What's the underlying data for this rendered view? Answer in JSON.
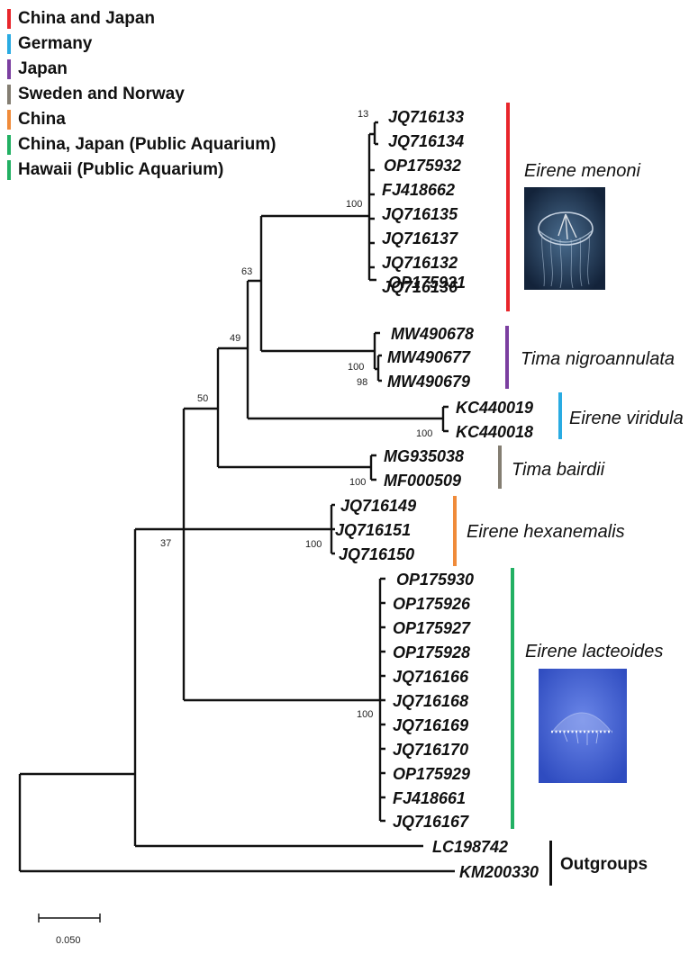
{
  "legend": [
    {
      "label": "China and Japan",
      "color": "#e8262b"
    },
    {
      "label": "Germany",
      "color": "#29abe2"
    },
    {
      "label": "Japan",
      "color": "#7b3fa0"
    },
    {
      "label": "Sweden and Norway",
      "color": "#847e72"
    },
    {
      "label": "China",
      "color": "#f08b3a"
    },
    {
      "label": "China, Japan (Public Aquarium)",
      "color": "#22b063"
    },
    {
      "label": "Hawaii (Public Aquarium)",
      "color": "#22b063"
    }
  ],
  "taxa": {
    "menoni": [
      "JQ716133",
      "JQ716134",
      "OP175932",
      "FJ418662",
      "JQ716135",
      "JQ716137",
      "JQ716132",
      "JQ716136",
      "OP175931"
    ],
    "tima_nigro": [
      "MW490678",
      "MW490677",
      "MW490679"
    ],
    "viridula": [
      "KC440019",
      "KC440018"
    ],
    "bairdii": [
      "MG935038",
      "MF000509"
    ],
    "hexanemalis": [
      "JQ716149",
      "JQ716151",
      "JQ716150"
    ],
    "lacteoides": [
      "OP175930",
      "OP175926",
      "OP175927",
      "OP175928",
      "JQ716166",
      "JQ716168",
      "JQ716169",
      "JQ716170",
      "OP175929",
      "FJ418661",
      "JQ716167"
    ],
    "outgroups": [
      "LC198742",
      "KM200330"
    ]
  },
  "bootstrap": {
    "menoni_sub": "13",
    "menoni": "100",
    "menoni_tima": "63",
    "with_viridula": "49",
    "with_bairdii": "50",
    "ingroup": "37",
    "tima_nigro": "100",
    "tima_sub": "98",
    "viridula": "100",
    "bairdii": "100",
    "hexanemalis": "100",
    "lacteoides": "100"
  },
  "clades": {
    "menoni": "Eirene  menoni",
    "tima_nigro": "Tima nigroannulata",
    "viridula": "Eirene viridula",
    "bairdii": "Tima bairdii",
    "hexanemalis": "Eirene hexanemalis",
    "lacteoides": "Eirene lacteoides",
    "outgroups": "Outgroups"
  },
  "scale_bar": "0.050",
  "photos": [
    {
      "name": "eirene-menoni-photo",
      "background": "#223a55"
    },
    {
      "name": "eirene-lacteoides-photo",
      "background": "#3c5bc8"
    }
  ]
}
